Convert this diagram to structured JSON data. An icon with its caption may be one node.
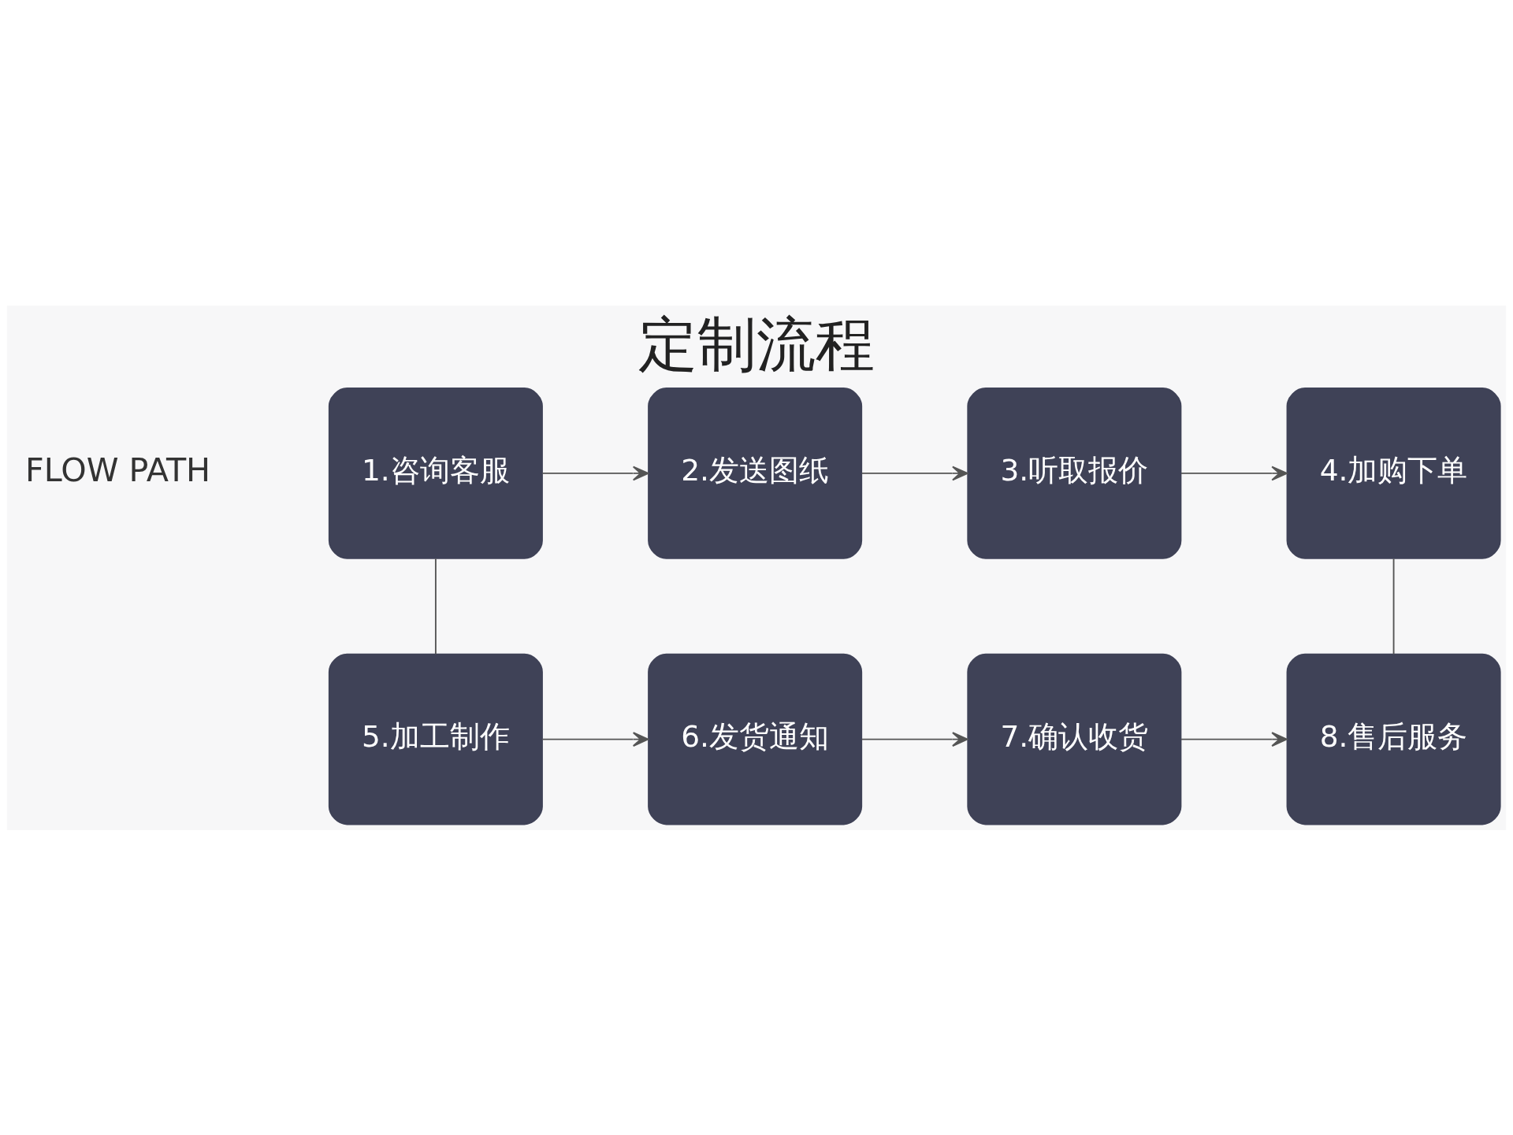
{
  "diagram": {
    "title": "定制流程",
    "nodes": [
      {
        "text": [
          "1.咨询客服"
        ]
      },
      {
        "text": [
          "2.发送图纸"
        ]
      },
      {
        "text": [
          "3.听取报价"
        ]
      },
      {
        "text": [
          "4.加购下单"
        ]
      },
      {
        "text": [
          "5.加工制作"
        ]
      },
      {
        "text": [
          "6.发货通知"
        ]
      },
      {
        "text": [
          "7.确认收货"
        ]
      },
      {
        "text": [
          "8.售后服务"
        ]
      }
    ],
    "edges": [
      {
        "from": 0,
        "to": 1,
        "arrow": "to"
      },
      {
        "from": 1,
        "to": 2,
        "arrow": "to"
      },
      {
        "from": 2,
        "to": 3,
        "arrow": "to"
      },
      {
        "from": 0,
        "to": 4,
        "arrow": "none"
      },
      {
        "from": 3,
        "to": 7,
        "arrow": "none"
      },
      {
        "from": 4,
        "to": 5,
        "arrow": "to"
      },
      {
        "from": 5,
        "to": 6,
        "arrow": "to"
      },
      {
        "from": 6,
        "to": 7,
        "arrow": "to"
      }
    ],
    "labels": [
      "FLOW PATH"
    ]
  }
}
